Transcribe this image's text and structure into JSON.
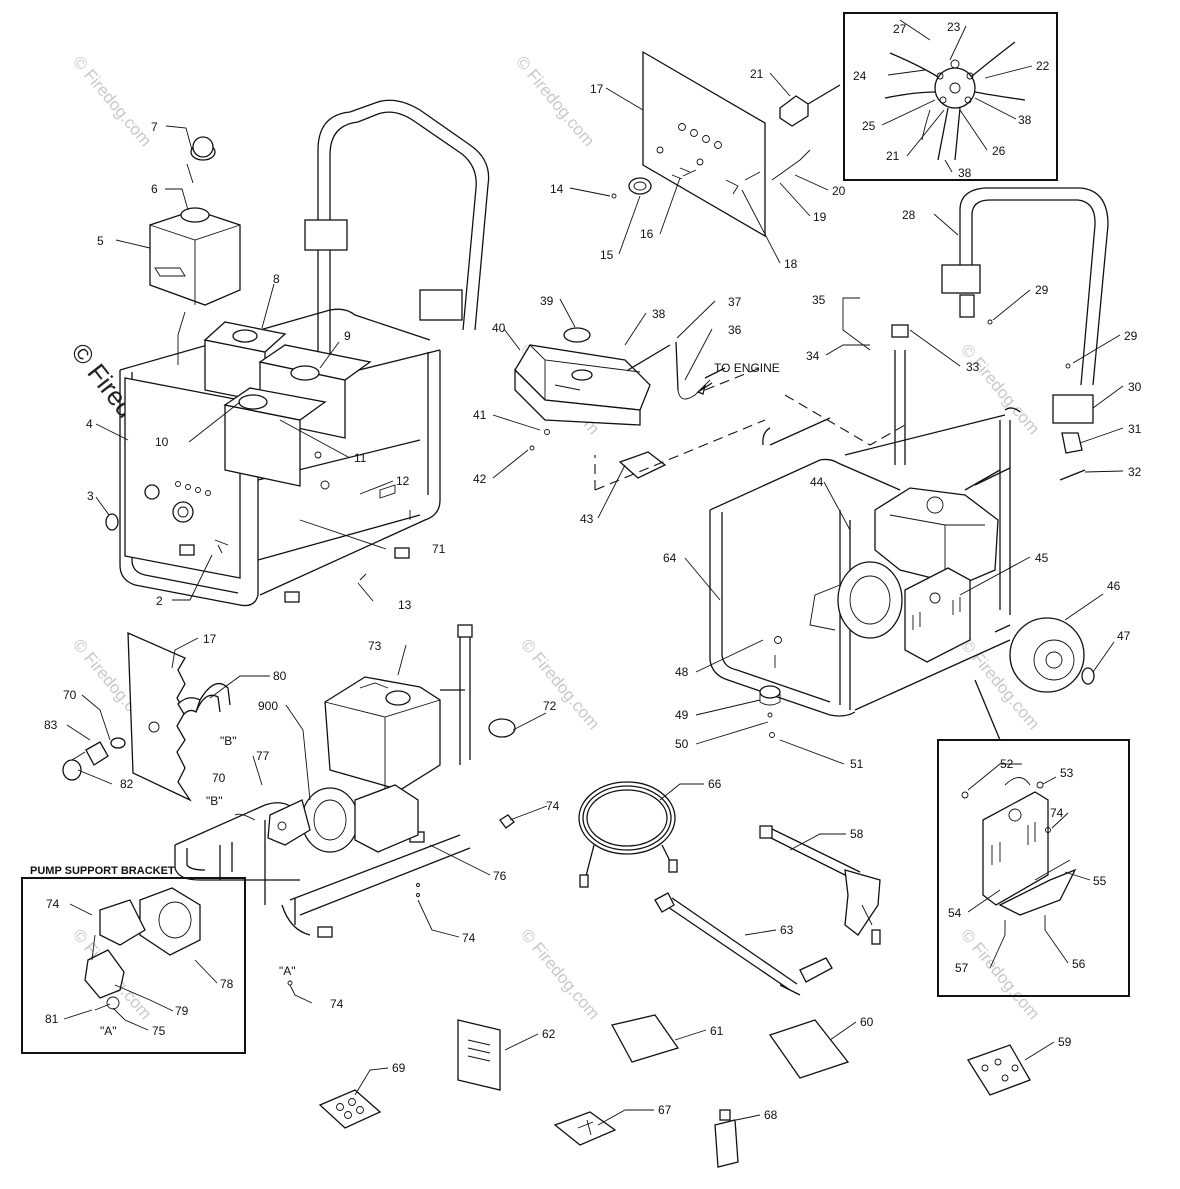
{
  "watermark": "© Firedog.com",
  "labels": {
    "to_engine": "TO ENGINE",
    "pump_support_bracket": "PUMP SUPPORT BRACKET",
    "b_top": "\"B\"",
    "b_mid": "\"B\"",
    "a_bracket": "\"A\"",
    "a_frame": "\"A\""
  },
  "parts": [
    {
      "id": "p2",
      "num": "2"
    },
    {
      "id": "p3",
      "num": "3"
    },
    {
      "id": "p4",
      "num": "4"
    },
    {
      "id": "p5",
      "num": "5"
    },
    {
      "id": "p6",
      "num": "6"
    },
    {
      "id": "p7",
      "num": "7"
    },
    {
      "id": "p8",
      "num": "8"
    },
    {
      "id": "p9",
      "num": "9"
    },
    {
      "id": "p10",
      "num": "10"
    },
    {
      "id": "p11",
      "num": "11"
    },
    {
      "id": "p12",
      "num": "12"
    },
    {
      "id": "p13",
      "num": "13"
    },
    {
      "id": "p14",
      "num": "14"
    },
    {
      "id": "p15",
      "num": "15"
    },
    {
      "id": "p16",
      "num": "16"
    },
    {
      "id": "p17a",
      "num": "17"
    },
    {
      "id": "p17b",
      "num": "17"
    },
    {
      "id": "p18",
      "num": "18"
    },
    {
      "id": "p19",
      "num": "19"
    },
    {
      "id": "p20",
      "num": "20"
    },
    {
      "id": "p21a",
      "num": "21"
    },
    {
      "id": "p21b",
      "num": "21"
    },
    {
      "id": "p22",
      "num": "22"
    },
    {
      "id": "p23",
      "num": "23"
    },
    {
      "id": "p24",
      "num": "24"
    },
    {
      "id": "p25",
      "num": "25"
    },
    {
      "id": "p26",
      "num": "26"
    },
    {
      "id": "p27",
      "num": "27"
    },
    {
      "id": "p28",
      "num": "28"
    },
    {
      "id": "p29a",
      "num": "29"
    },
    {
      "id": "p29b",
      "num": "29"
    },
    {
      "id": "p30",
      "num": "30"
    },
    {
      "id": "p31",
      "num": "31"
    },
    {
      "id": "p32",
      "num": "32"
    },
    {
      "id": "p33",
      "num": "33"
    },
    {
      "id": "p34",
      "num": "34"
    },
    {
      "id": "p35",
      "num": "35"
    },
    {
      "id": "p36",
      "num": "36"
    },
    {
      "id": "p37",
      "num": "37"
    },
    {
      "id": "p38a",
      "num": "38"
    },
    {
      "id": "p38b",
      "num": "38"
    },
    {
      "id": "p38c",
      "num": "38"
    },
    {
      "id": "p39",
      "num": "39"
    },
    {
      "id": "p40",
      "num": "40"
    },
    {
      "id": "p41",
      "num": "41"
    },
    {
      "id": "p42",
      "num": "42"
    },
    {
      "id": "p43",
      "num": "43"
    },
    {
      "id": "p44",
      "num": "44"
    },
    {
      "id": "p45",
      "num": "45"
    },
    {
      "id": "p46",
      "num": "46"
    },
    {
      "id": "p47",
      "num": "47"
    },
    {
      "id": "p48",
      "num": "48"
    },
    {
      "id": "p49",
      "num": "49"
    },
    {
      "id": "p50",
      "num": "50"
    },
    {
      "id": "p51",
      "num": "51"
    },
    {
      "id": "p52",
      "num": "52"
    },
    {
      "id": "p53",
      "num": "53"
    },
    {
      "id": "p54",
      "num": "54"
    },
    {
      "id": "p55",
      "num": "55"
    },
    {
      "id": "p56",
      "num": "56"
    },
    {
      "id": "p57",
      "num": "57"
    },
    {
      "id": "p58",
      "num": "58"
    },
    {
      "id": "p59",
      "num": "59"
    },
    {
      "id": "p60",
      "num": "60"
    },
    {
      "id": "p61",
      "num": "61"
    },
    {
      "id": "p62",
      "num": "62"
    },
    {
      "id": "p63",
      "num": "63"
    },
    {
      "id": "p64",
      "num": "64"
    },
    {
      "id": "p66",
      "num": "66"
    },
    {
      "id": "p67",
      "num": "67"
    },
    {
      "id": "p68",
      "num": "68"
    },
    {
      "id": "p69",
      "num": "69"
    },
    {
      "id": "p70a",
      "num": "70"
    },
    {
      "id": "p70b",
      "num": "70"
    },
    {
      "id": "p71",
      "num": "71"
    },
    {
      "id": "p72",
      "num": "72"
    },
    {
      "id": "p73",
      "num": "73"
    },
    {
      "id": "p74a",
      "num": "74"
    },
    {
      "id": "p74b",
      "num": "74"
    },
    {
      "id": "p74c",
      "num": "74"
    },
    {
      "id": "p74d",
      "num": "74"
    },
    {
      "id": "p74e",
      "num": "74"
    },
    {
      "id": "p75",
      "num": "75"
    },
    {
      "id": "p76",
      "num": "76"
    },
    {
      "id": "p77",
      "num": "77"
    },
    {
      "id": "p78",
      "num": "78"
    },
    {
      "id": "p79",
      "num": "79"
    },
    {
      "id": "p80",
      "num": "80"
    },
    {
      "id": "p81",
      "num": "81"
    },
    {
      "id": "p82",
      "num": "82"
    },
    {
      "id": "p83",
      "num": "83"
    },
    {
      "id": "p900",
      "num": "900"
    }
  ]
}
